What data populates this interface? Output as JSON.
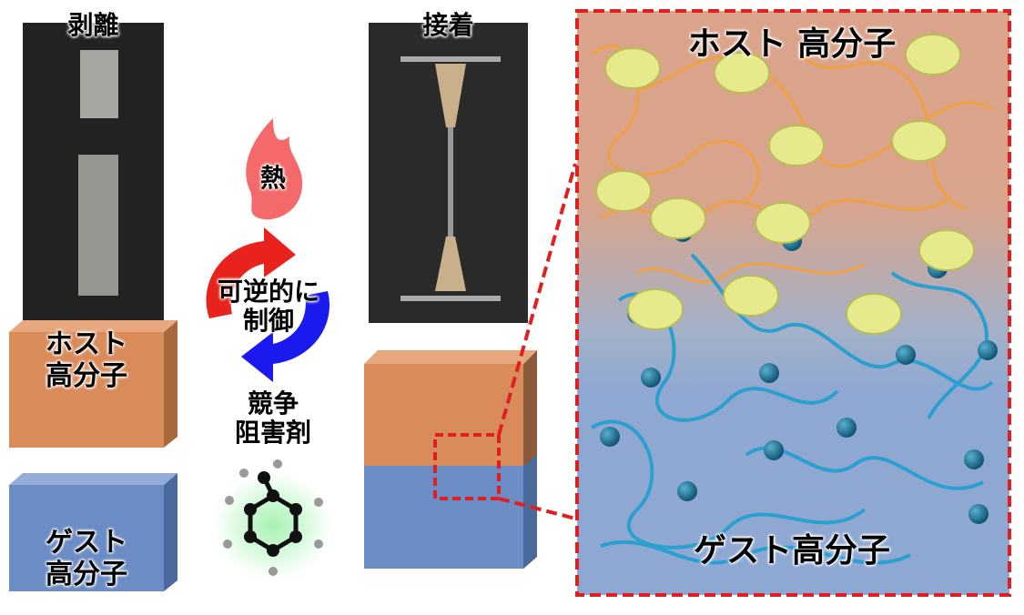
{
  "left_photo": {
    "label": "剥離"
  },
  "right_photo": {
    "label": "接着"
  },
  "host_block": {
    "line1": "ホスト",
    "line2": "高分子"
  },
  "guest_block": {
    "line1": "ゲスト",
    "line2": "高分子"
  },
  "heat": {
    "label": "熱"
  },
  "cycle": {
    "line1": "可逆的に",
    "line2": "制御"
  },
  "inhibitor": {
    "line1": "競争",
    "line2": "阻害剤"
  },
  "zoom_panel": {
    "host_label": "ホスト 高分子",
    "guest_label": "ゲスト高分子"
  },
  "colors": {
    "host": "#d98b5a",
    "guest": "#6b8cc4",
    "dashed": "#e02020",
    "ring": "#e6ea8c",
    "chain_host": "#f0a040",
    "chain_guest": "#2a9fd0"
  }
}
